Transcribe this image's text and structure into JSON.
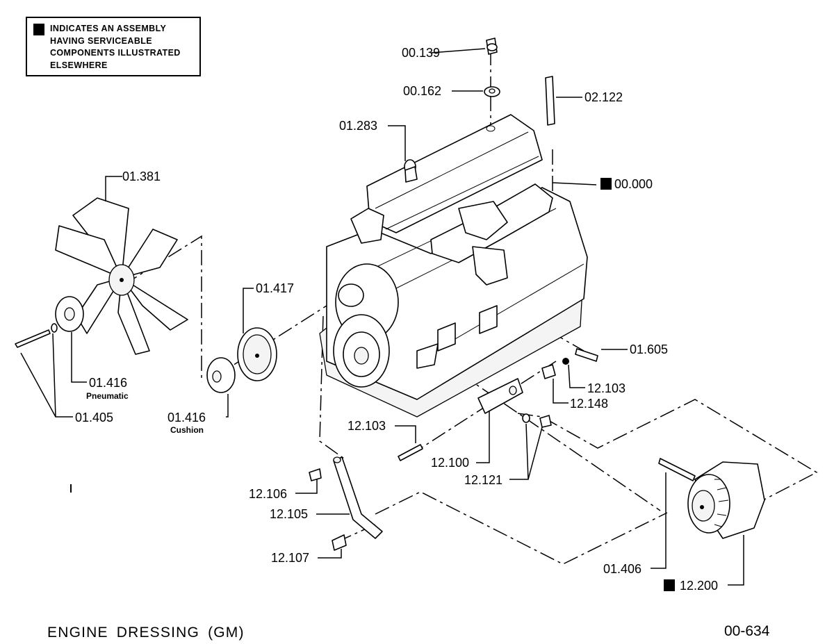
{
  "legend": {
    "text": "INDICATES AN ASSEMBLY\nHAVING SERVICEABLE\nCOMPONENTS ILLUSTRATED\nELSEWHERE"
  },
  "callouts": {
    "c00139": "00.139",
    "c00162": "00.162",
    "c02122": "02.122",
    "c01283": "01.283",
    "c00000": "00.000",
    "c01381": "01.381",
    "c01417": "01.417",
    "c01605": "01.605",
    "c12103a": "12.103",
    "c12148": "12.148",
    "c01416a": "01.416",
    "c01416a_sub": "Pneumatic",
    "c01405": "01.405",
    "c01416b": "01.416",
    "c01416b_sub": "Cushion",
    "c12103b": "12.103",
    "c12100": "12.100",
    "c12121": "12.121",
    "c12106": "12.106",
    "c12105": "12.105",
    "c12107": "12.107",
    "c01406": "01.406",
    "c12200": "12.200"
  },
  "footer": {
    "title": "ENGINE DRESSING (GM)",
    "code": "00-634"
  }
}
